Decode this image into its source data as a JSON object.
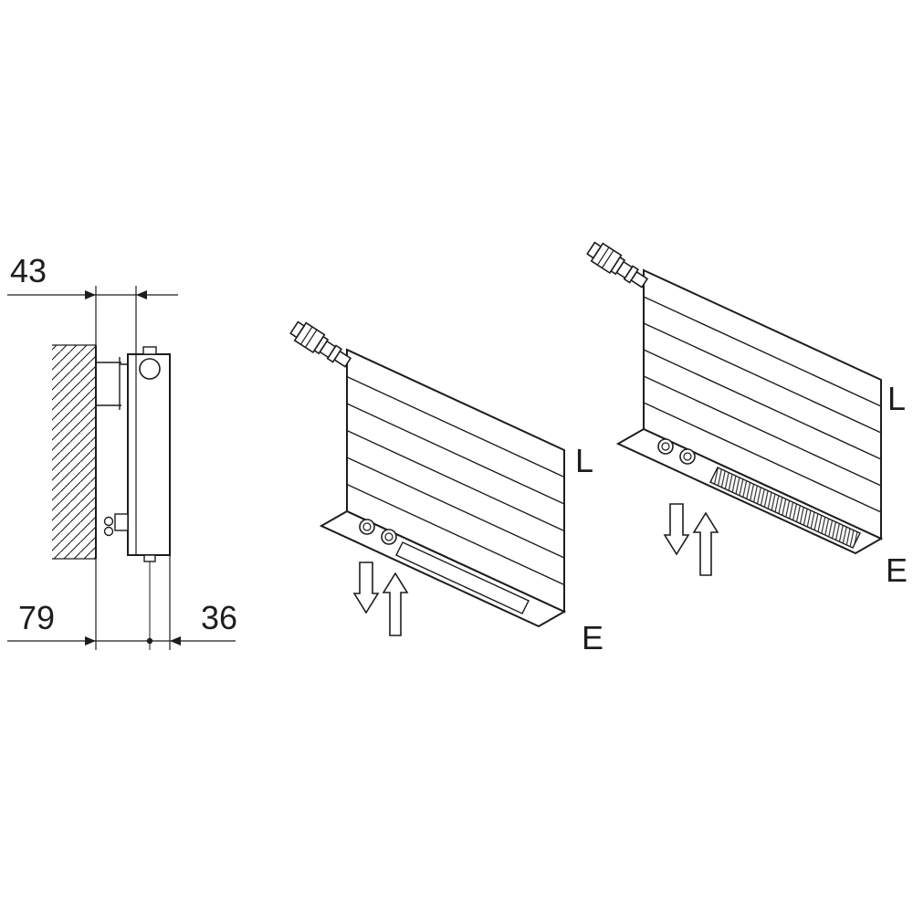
{
  "colors": {
    "line": "#1d1d1b",
    "background": "#ffffff"
  },
  "side_view": {
    "dim_top": "43",
    "dim_bottom_left": "79",
    "dim_bottom_right": "36"
  },
  "radiator_plain": {
    "label_l": "L",
    "label_e": "E"
  },
  "radiator_convector": {
    "label_l": "L",
    "label_e": "E"
  }
}
